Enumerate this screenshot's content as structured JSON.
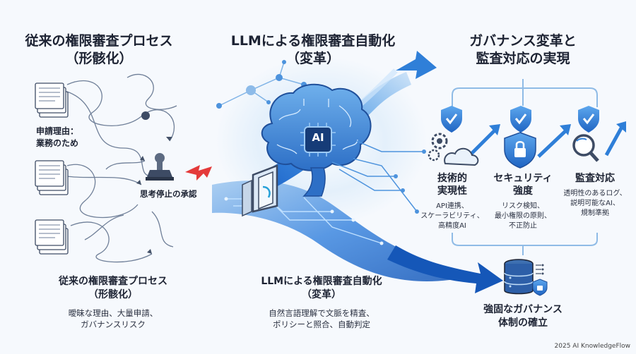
{
  "left": {
    "title_line1": "従来の権限審査プロセス",
    "title_line2": "（形骸化）",
    "reason_line1": "申請理由：",
    "reason_line2": "業務のため",
    "stamp_label": "思考停止の承認",
    "bottom_title_line1": "従来の権限審査プロセス",
    "bottom_title_line2": "（形骸化）",
    "bottom_desc_line1": "曖昧な理由、大量申請、",
    "bottom_desc_line2": "ガバナンスリスク"
  },
  "middle": {
    "title_line1": "LLMによる権限審査自動化",
    "title_line2": "（変革）",
    "chip_label": "AI",
    "bottom_title_line1": "LLMによる権限審査自動化",
    "bottom_title_line2": "（変革）",
    "bottom_desc_line1": "自然言語理解で文脈を精査、",
    "bottom_desc_line2": "ポリシーと照合、自動判定"
  },
  "right": {
    "title_line1": "ガバナンス変革と",
    "title_line2": "監査対応の実現",
    "pillars": [
      {
        "title_line1": "技術的",
        "title_line2": "実現性",
        "desc_line1": "API連携、",
        "desc_line2": "スケーラビリティ、",
        "desc_line3": "高精度AI"
      },
      {
        "title_line1": "セキュリティ",
        "title_line2": "強度",
        "desc_line1": "リスク検知、",
        "desc_line2": "最小権限の原則、",
        "desc_line3": "不正防止"
      },
      {
        "title_line1": "監査対応",
        "title_line2": "",
        "desc_line1": "透明性のあるログ、",
        "desc_line2": "説明可能なAI、",
        "desc_line3": "規制準拠"
      }
    ],
    "result_line1": "強固なガバナンス",
    "result_line2": "体制の確立"
  },
  "footer": "2025 AI KnowledgeFlow",
  "colors": {
    "accent_blue": "#2f7fd8",
    "light_blue": "#bfdcf6",
    "alert_red": "#e43a3a",
    "dark_text": "#1d2333",
    "slate": "#3d4b64"
  }
}
